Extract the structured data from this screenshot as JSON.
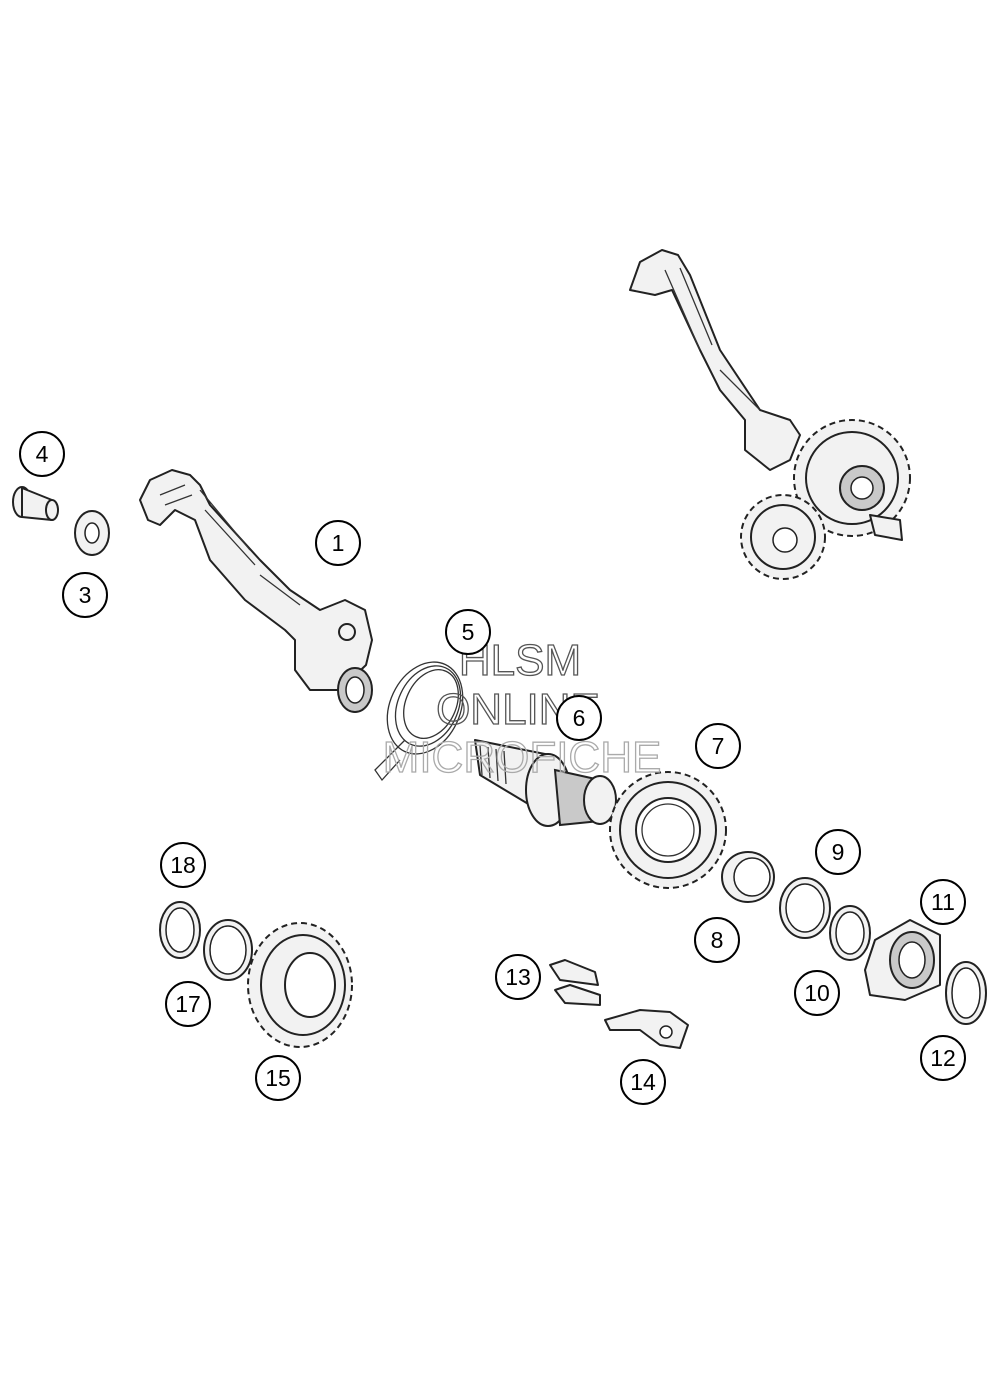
{
  "callouts": {
    "c1": "1",
    "c3": "3",
    "c4": "4",
    "c5": "5",
    "c6": "6",
    "c7": "7",
    "c8": "8",
    "c9": "9",
    "c10": "10",
    "c11": "11",
    "c12": "12",
    "c13": "13",
    "c14": "14",
    "c15": "15",
    "c17": "17",
    "c18": "18"
  },
  "watermark": {
    "line1": "HLSM",
    "line2": "ONLINE",
    "line3": "MICROFICHE"
  }
}
